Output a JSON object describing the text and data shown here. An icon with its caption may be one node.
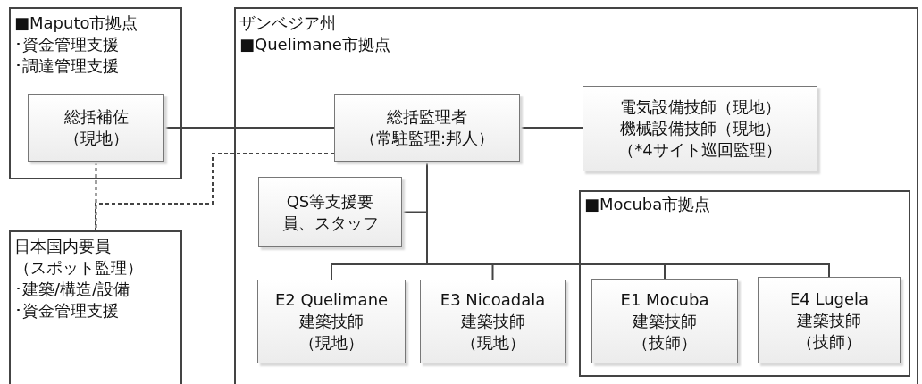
{
  "diagram": {
    "nodes": [
      {
        "text": [
          "■Maputo市拠点",
          "･資金管理支援",
          "･調達管理支援"
        ]
      },
      {
        "text": [
          "総括補佐（現地）"
        ],
        "in": 0
      },
      {
        "text": [
          "日本国内要員",
          "（スポット監理）",
          "･建築/構造/設備",
          "･資金管理支援"
        ]
      },
      {
        "text": [
          "ザンベジア州",
          "■Quelimane市拠点"
        ]
      },
      {
        "text": [
          "総括監理者",
          "（常駐監理:邦人）"
        ],
        "in": 3
      },
      {
        "text": [
          "電気設備技師（現地）",
          "機械設備技師（現地）",
          "（*4サイト巡回監理）"
        ],
        "in": 3
      },
      {
        "text": [
          "QS等支援要員、スタッフ"
        ],
        "in": 3
      },
      {
        "text": [
          "■Mocuba市拠点"
        ],
        "in": 3
      },
      {
        "text": [
          "E2 Quelimane",
          "建築技師",
          "（現地）"
        ],
        "in": 3
      },
      {
        "text": [
          "E3 Nicoadala",
          "建築技師",
          "（現地）"
        ],
        "in": 3
      },
      {
        "text": [
          "E1 Mocuba",
          "建築技師",
          "（技師）"
        ],
        "in": 7
      },
      {
        "text": [
          "E4 Lugela",
          "建築技師",
          "（技師）"
        ],
        "in": 7
      }
    ],
    "edges": [
      {
        "from": 1,
        "to": 4,
        "arrow": "none"
      },
      {
        "from": 4,
        "to": 5,
        "arrow": "none"
      },
      {
        "from": 1,
        "to": 2,
        "arrow": "none",
        "style": "dashed"
      },
      {
        "from": 4,
        "to": 2,
        "arrow": "none",
        "style": "dashed"
      },
      {
        "from": 4,
        "to": 6,
        "arrow": "none"
      },
      {
        "from": 4,
        "to": 8,
        "arrow": "none"
      },
      {
        "from": 4,
        "to": 9,
        "arrow": "none"
      },
      {
        "from": 4,
        "to": 10,
        "arrow": "none"
      },
      {
        "from": 4,
        "to": 11,
        "arrow": "none"
      }
    ]
  }
}
